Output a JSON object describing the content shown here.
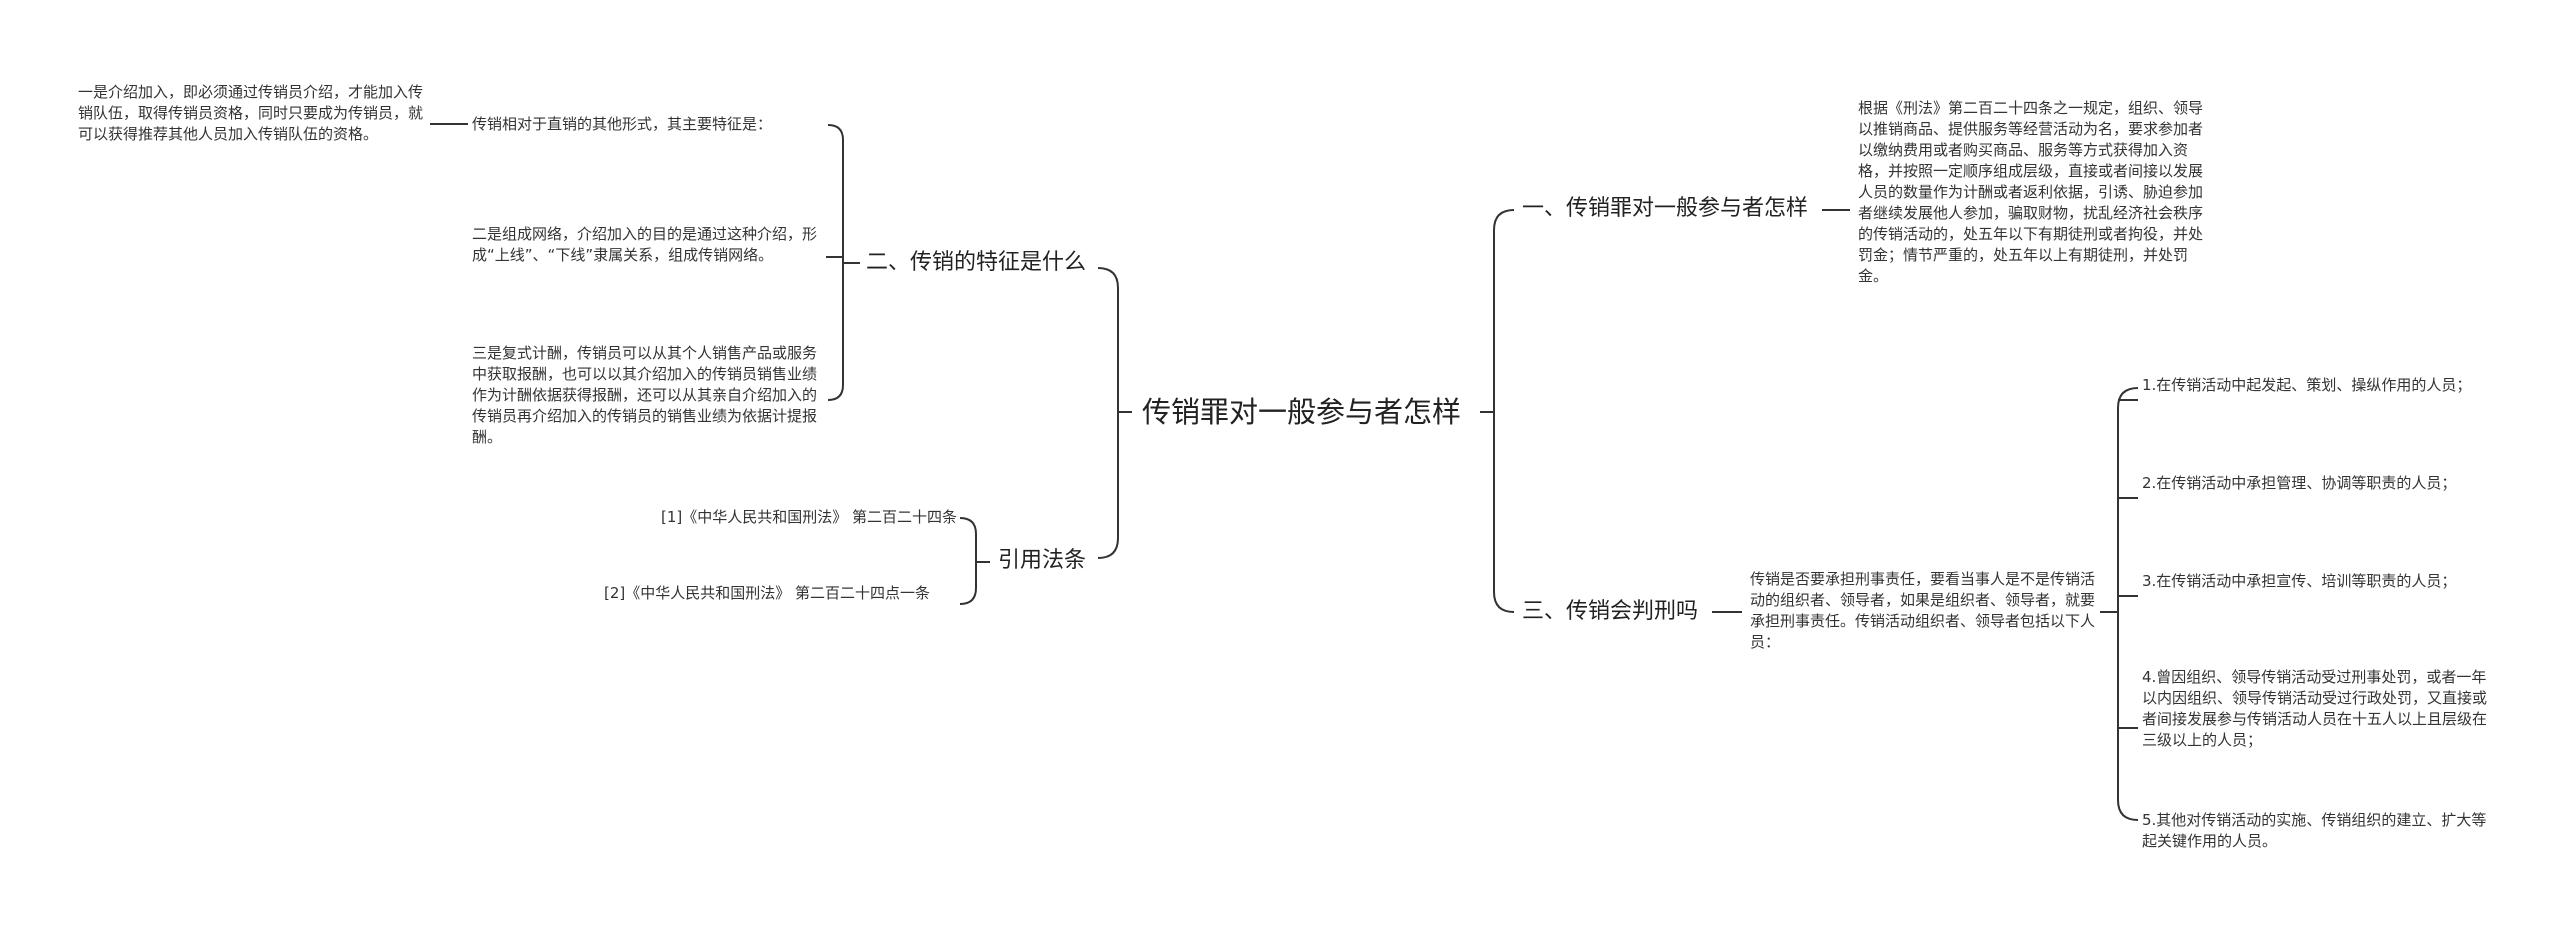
{
  "root": "传销罪对一般参与者怎样",
  "features": {
    "title": "二、传销的特征是什么",
    "intro": "传销相对于直销的其他形式，其主要特征是：",
    "point1": "一是介绍加入，即必须通过传销员介绍，才能加入传销队伍，取得传销员资格，同时只要成为传销员，就可以获得推荐其他人员加入传销队伍的资格。",
    "point2": "二是组成网络，介绍加入的目的是通过这种介绍，形成“上线”、“下线”隶属关系，组成传销网络。",
    "point3": "三是复式计酬，传销员可以从其个人销售产品或服务中获取报酬，也可以以其介绍加入的传销员销售业绩作为计酬依据获得报酬，还可以从其亲自介绍加入的传销员再介绍加入的传销员的销售业绩为依据计提报酬。"
  },
  "citations": {
    "title": "引用法条",
    "items": [
      "[1]《中华人民共和国刑法》 第二百二十四条",
      "[2]《中华人民共和国刑法》 第二百二十四点一条"
    ]
  },
  "general": {
    "title": "一、传销罪对一般参与者怎样",
    "text": "根据《刑法》第二百二十四条之一规定，组织、领导以推销商品、提供服务等经营活动为名，要求参加者以缴纳费用或者购买商品、服务等方式获得加入资格，并按照一定顺序组成层级，直接或者间接以发展人员的数量作为计酬或者返利依据，引诱、胁迫参加者继续发展他人参加，骗取财物，扰乱经济社会秩序的传销活动的，处五年以下有期徒刑或者拘役，并处罚金；情节严重的，处五年以上有期徒刑，并处罚金。"
  },
  "sentencing": {
    "title": "三、传销会判刑吗",
    "text": "传销是否要承担刑事责任，要看当事人是不是传销活动的组织者、领导者，如果是组织者、领导者，就要承担刑事责任。传销活动组织者、领导者包括以下人员：",
    "items": [
      "1.在传销活动中起发起、策划、操纵作用的人员；",
      "2.在传销活动中承担管理、协调等职责的人员；",
      "3.在传销活动中承担宣传、培训等职责的人员；",
      "4.曾因组织、领导传销活动受过刑事处罚，或者一年以内因组织、领导传销活动受过行政处罚，又直接或者间接发展参与传销活动人员在十五人以上且层级在三级以上的人员；",
      "5.其他对传销活动的实施、传销组织的建立、扩大等起关键作用的人员。"
    ]
  }
}
